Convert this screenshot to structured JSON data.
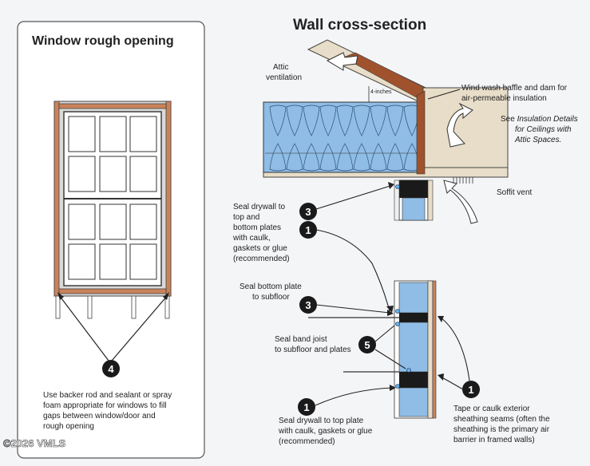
{
  "left_panel": {
    "title": "Window rough opening",
    "callout_number": "4",
    "note_lines": [
      "Use backer rod and sealant or spray",
      "foam appropriate for windows to fill",
      "gaps between window/door and",
      "rough opening"
    ]
  },
  "right_panel": {
    "title": "Wall cross-section",
    "attic_ventilation": [
      "Attic",
      "ventilation"
    ],
    "four_inches": "4-inches",
    "baffle_label": [
      "Wind wash baffle and dam for",
      "air-permeable insulation"
    ],
    "see_ref": [
      "See ",
      "Insulation Details",
      "for Ceilings with",
      "Attic Spaces."
    ],
    "soffit_vent": "Soffit vent",
    "seal_drywall_top": [
      "Seal drywall to",
      "top and",
      "bottom plates",
      "with caulk,",
      "gaskets or glue",
      "(recommended)"
    ],
    "seal_bottom_plate": [
      "Seal bottom plate",
      "to subfloor"
    ],
    "seal_band_joist": [
      "Seal band joist",
      "to subfloor and plates"
    ],
    "seal_drywall_bottom": [
      "Seal drywall to top plate",
      "with caulk, gaskets or glue",
      "(recommended)"
    ],
    "tape_caulk": [
      "Tape or caulk exterior",
      "sheathing seams (often the",
      "sheathing is the primary air",
      "barrier in framed walls)"
    ],
    "callouts": [
      "3",
      "1",
      "3",
      "5",
      "1",
      "1"
    ]
  },
  "watermark": "©2026 VMLS",
  "colors": {
    "insulation": "#8fbde6",
    "wood": "#c9835a",
    "baffle": "#a0522d",
    "sheathing": "#e8ddc8",
    "callout": "#1a1a1a"
  }
}
